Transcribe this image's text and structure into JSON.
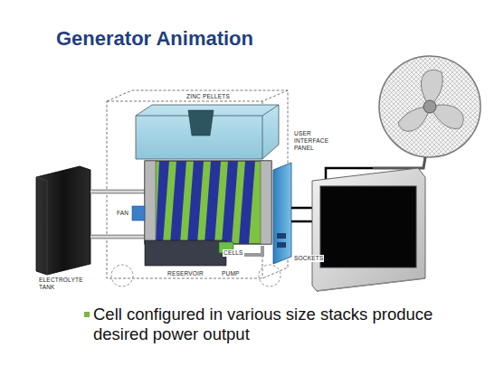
{
  "diagram": {
    "title": "Generator Animation",
    "caption": "Cell configured in various size stacks produce desired power output",
    "labels": [
      "ZINC PELLETS",
      "USER INTERFACE PANEL",
      "FAN",
      "CELLS",
      "ELECTROLYTE TANK",
      "RESERVOIR",
      "PUMP",
      "SOCKETS"
    ]
  }
}
